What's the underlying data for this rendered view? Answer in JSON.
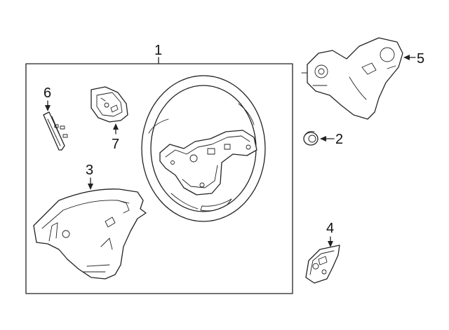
{
  "callouts": {
    "c1": "1",
    "c2": "2",
    "c3": "3",
    "c4": "4",
    "c5": "5",
    "c6": "6",
    "c7": "7"
  },
  "colors": {
    "line": "#222222",
    "background": "#ffffff"
  }
}
